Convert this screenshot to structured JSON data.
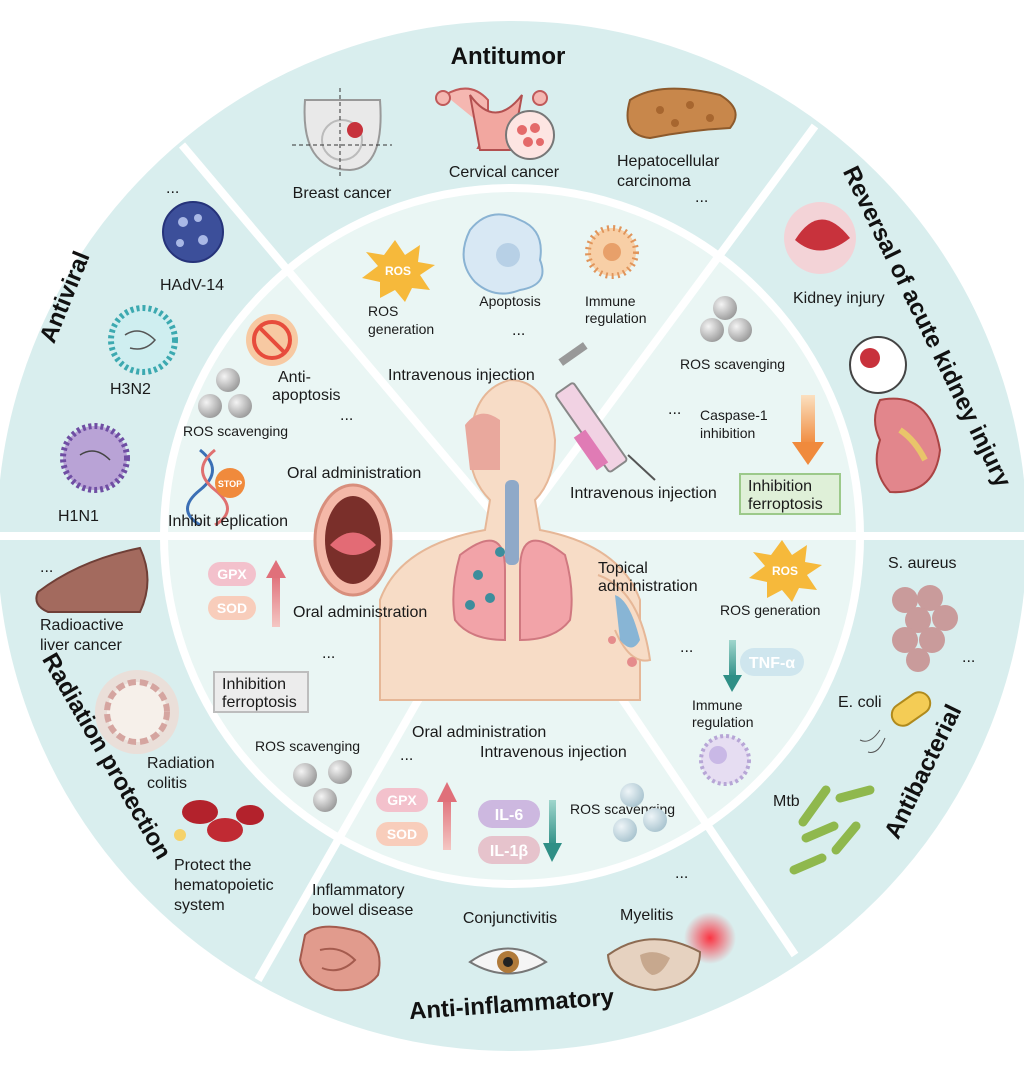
{
  "colors": {
    "outer_ring": "#d9eeee",
    "inner_disc": "#eaf6f4",
    "divider": "#ffffff",
    "body": "#f7dcc6",
    "lung": "#f2a3a8",
    "accent_red": "#e8535b",
    "ros_star": "#f6b93b"
  },
  "sections": {
    "antitumor": "Antitumor",
    "antiviral": "Antiviral",
    "akir": "Reversal of acute kidney injury",
    "radiation": "Radiation protection",
    "antibacterial": "Antibacterial",
    "antiinflammatory": "Anti-inflammatory"
  },
  "outer": {
    "antitumor": {
      "breast": "Breast cancer",
      "cervical": "Cervical cancer",
      "hcc1": "Hepatocellular",
      "hcc2": "carcinoma",
      "more": "..."
    },
    "antiviral": {
      "more": "...",
      "hadv": "HAdV-14",
      "h3n2": "H3N2",
      "h1n1": "H1N1"
    },
    "akir": {
      "kidney": "Kidney injury"
    },
    "radiation": {
      "more": "...",
      "liver1": "Radioactive",
      "liver2": "liver cancer",
      "colitis1": "Radiation",
      "colitis2": "colitis",
      "hema1": "Protect the",
      "hema2": "hematopoietic",
      "hema3": "system"
    },
    "antibacterial": {
      "saureus": "S. aureus",
      "more": "...",
      "ecoli": "E. coli",
      "mtb": "Mtb"
    },
    "antiinflammatory": {
      "ibd1": "Inflammatory",
      "ibd2": "bowel disease",
      "conj": "Conjunctivitis",
      "myelitis": "Myelitis",
      "more": "..."
    }
  },
  "inner": {
    "antitumor": {
      "ros_badge": "ROS",
      "ros1": "ROS",
      "ros2": "generation",
      "apoptosis": "Apoptosis",
      "imm1": "Immune",
      "imm2": "regulation",
      "more": "...",
      "route": "Intravenous injection"
    },
    "antiviral": {
      "anti1": "Anti-",
      "anti2": "apoptosis",
      "more": "...",
      "ros": "ROS scavenging",
      "route": "Oral administration",
      "stop": "STOP",
      "inhibit": "Inhibit replication"
    },
    "akir": {
      "ros": "ROS scavenging",
      "more": "...",
      "casp1": "Caspase-1",
      "casp2": "inhibition",
      "inh1": "Inhibition",
      "inh2": "ferroptosis",
      "route": "Intravenous injection"
    },
    "radiation": {
      "gpx": "GPX",
      "sod": "SOD",
      "route": "Oral administration",
      "more": "...",
      "inh1": "Inhibition",
      "inh2": "ferroptosis",
      "ros": "ROS scavenging"
    },
    "antibacterial": {
      "route1": "Topical",
      "route2": "administration",
      "ros_badge": "ROS",
      "ros": "ROS generation",
      "more": "...",
      "tnf": "TNF-α",
      "imm1": "Immune",
      "imm2": "regulation"
    },
    "antiinflammatory": {
      "route1": "Oral administration",
      "route2": "Intravenous injection",
      "more": "...",
      "gpx": "GPX",
      "sod": "SOD",
      "il6": "IL-6",
      "il1b": "IL-1β",
      "ros": "ROS scavenging"
    }
  }
}
